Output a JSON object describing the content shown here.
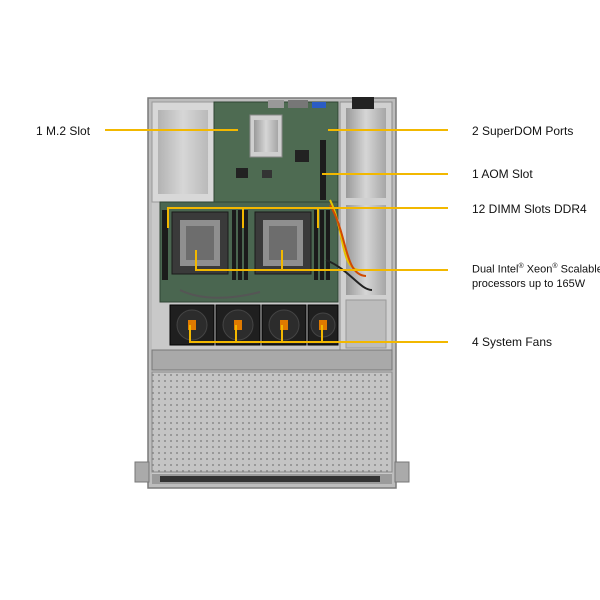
{
  "callouts": {
    "m2": "1 M.2 Slot",
    "superdom": "2 SuperDOM Ports",
    "aom": "1 AOM Slot",
    "dimm": "12 DIMM Slots DDR4",
    "cpu_line1_a": "Dual Intel",
    "cpu_line1_b": "Xeon",
    "cpu_line1_c": "Scalable",
    "cpu_reg": "®",
    "cpu_line2": "processors up to 165W",
    "fans": "4 System Fans"
  },
  "colors": {
    "callout_line": "#f2b800",
    "chassis": "#b8b8b8",
    "board": "#4f6a52",
    "fan": "#222222"
  }
}
